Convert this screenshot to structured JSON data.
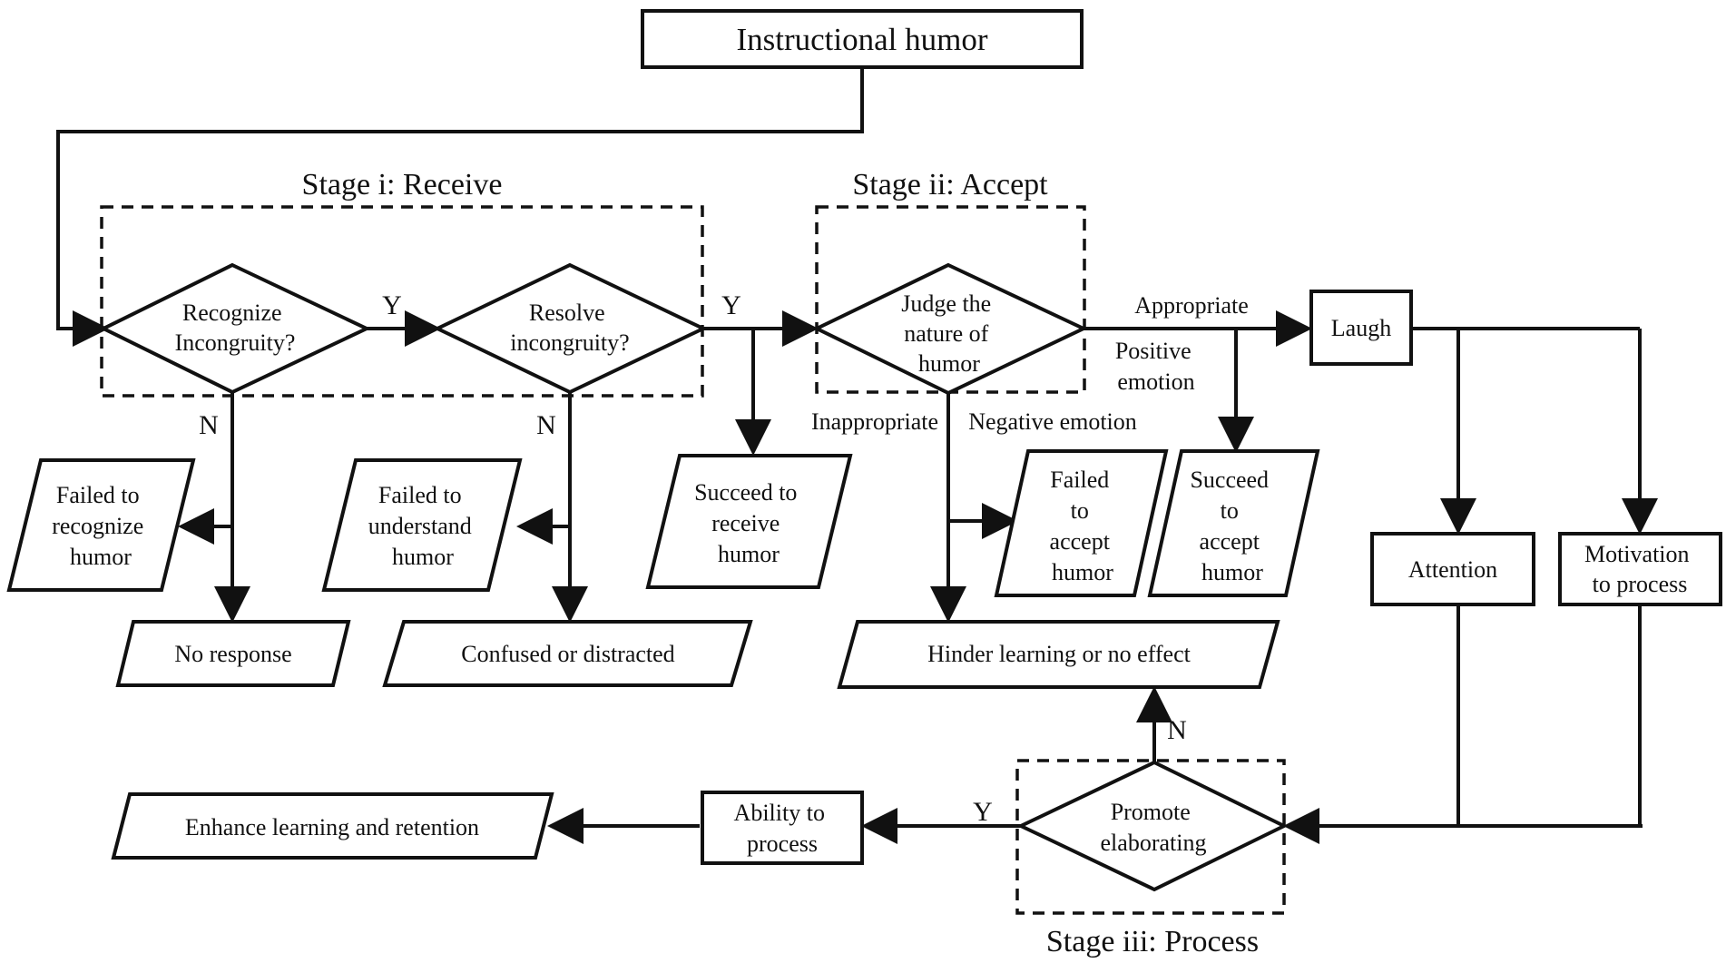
{
  "title": "Instructional humor",
  "stages": {
    "receive": "Stage i: Receive",
    "accept": "Stage ii: Accept",
    "process": "Stage iii: Process"
  },
  "decisions": {
    "recognize": [
      "Recognize",
      "Incongruity?"
    ],
    "resolve": [
      "Resolve",
      "incongruity?"
    ],
    "judge": [
      "Judge the",
      "nature of",
      "humor"
    ],
    "promote": [
      "Promote",
      "elaborating"
    ]
  },
  "outcomes": {
    "failed_recognize": [
      "Failed to",
      "recognize",
      "humor"
    ],
    "failed_understand": [
      "Failed to",
      "understand",
      "humor"
    ],
    "succeed_receive": [
      "Succeed to",
      "receive",
      "humor"
    ],
    "failed_accept": [
      "Failed",
      "to",
      "accept",
      "humor"
    ],
    "succeed_accept": [
      "Succeed",
      "to",
      "accept",
      "humor"
    ],
    "no_response": "No response",
    "confused": "Confused or distracted",
    "hinder": "Hinder learning or no effect",
    "enhance": "Enhance learning and retention"
  },
  "boxes": {
    "laugh": "Laugh",
    "attention": "Attention",
    "motivation": [
      "Motivation",
      "to process"
    ],
    "ability": [
      "Ability to",
      "process"
    ]
  },
  "edge_labels": {
    "y1": "Y",
    "y2": "Y",
    "n1": "N",
    "n2": "N",
    "n3": "N",
    "y3": "Y",
    "appropriate": "Appropriate",
    "positive": [
      "Positive",
      "emotion"
    ],
    "inappropriate": "Inappropriate",
    "negative": "Negative emotion"
  }
}
